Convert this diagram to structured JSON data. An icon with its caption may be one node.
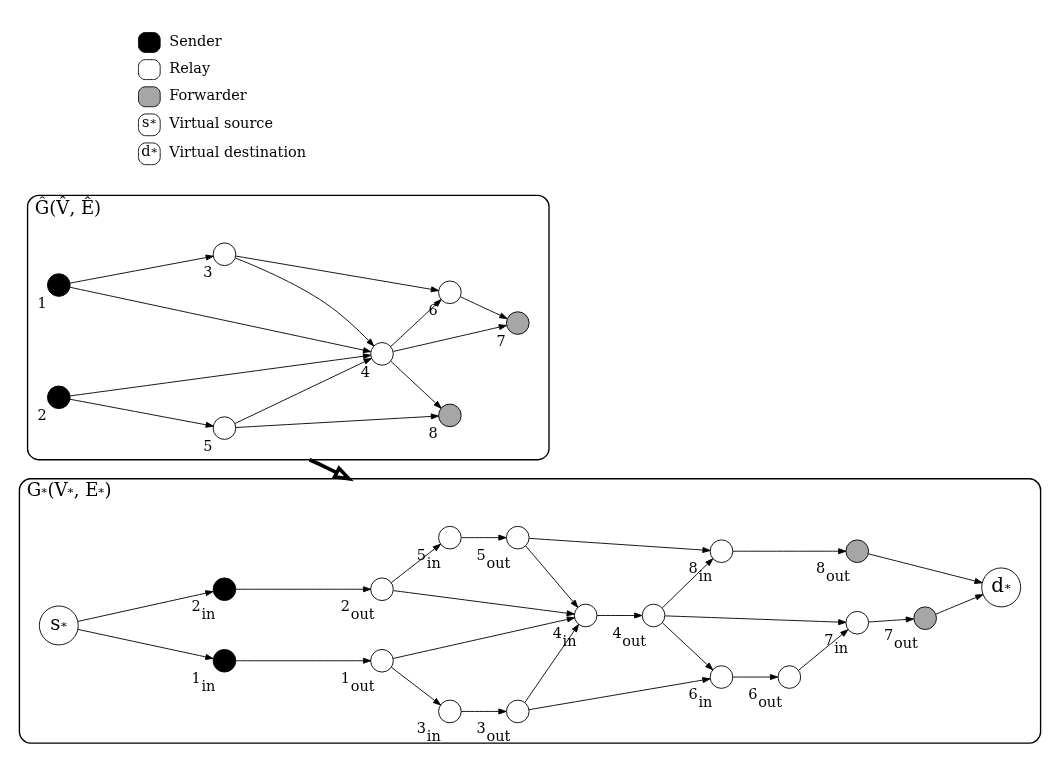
{
  "diagram": {
    "nodes": [
      {
        "text": [
          "Ĝ(V̂, Ê)"
        ]
      },
      {
        "text": [],
        "shape": "circle",
        "beside": [
          "1"
        ],
        "in": 0
      },
      {
        "text": [],
        "shape": "circle",
        "beside": [
          "2"
        ],
        "in": 0
      },
      {
        "text": [],
        "shape": "circle",
        "beside": [
          "3"
        ],
        "in": 0
      },
      {
        "text": [],
        "shape": "circle",
        "beside": [
          "4"
        ],
        "in": 0
      },
      {
        "text": [],
        "shape": "circle",
        "beside": [
          "5"
        ],
        "in": 0
      },
      {
        "text": [],
        "shape": "circle",
        "beside": [
          "6"
        ],
        "in": 0
      },
      {
        "text": [],
        "shape": "circle",
        "beside": [
          "7"
        ],
        "in": 0
      },
      {
        "text": [],
        "shape": "circle",
        "beside": [
          "8"
        ],
        "in": 0
      },
      {
        "text": [
          "G$^{*}$(V$^{*}$, E$^{*}$)"
        ]
      },
      {
        "text": [
          "s$^{*}$"
        ],
        "in": 9
      },
      {
        "text": [],
        "shape": "circle",
        "beside": [
          "1$_{in}$"
        ],
        "in": 9
      },
      {
        "text": [],
        "shape": "circle",
        "beside": [
          "2$_{in}$"
        ],
        "in": 9
      },
      {
        "text": [],
        "shape": "circle",
        "beside": [
          "1$_{out}$"
        ],
        "in": 9
      },
      {
        "text": [],
        "shape": "circle",
        "beside": [
          "2$_{out}$"
        ],
        "in": 9
      },
      {
        "text": [],
        "shape": "circle",
        "beside": [
          "3$_{in}$"
        ],
        "in": 9
      },
      {
        "text": [],
        "shape": "circle",
        "beside": [
          "3$_{out}$"
        ],
        "in": 9
      },
      {
        "text": [],
        "shape": "circle",
        "beside": [
          "4$_{in}$"
        ],
        "in": 9
      },
      {
        "text": [],
        "shape": "circle",
        "beside": [
          "4$_{out}$"
        ],
        "in": 9
      },
      {
        "text": [],
        "shape": "circle",
        "beside": [
          "5$_{in}$"
        ],
        "in": 9
      },
      {
        "text": [],
        "shape": "circle",
        "beside": [
          "5$_{out}$"
        ],
        "in": 9
      },
      {
        "text": [],
        "shape": "circle",
        "beside": [
          "6$_{in}$"
        ],
        "in": 9
      },
      {
        "text": [],
        "shape": "circle",
        "beside": [
          "6$_{out}$"
        ],
        "in": 9
      },
      {
        "text": [],
        "shape": "circle",
        "beside": [
          "7$_{in}$"
        ],
        "in": 9
      },
      {
        "text": [],
        "shape": "circle",
        "beside": [
          "8$_{in}$"
        ],
        "in": 9
      },
      {
        "text": [],
        "shape": "circle",
        "beside": [
          "7$_{out}$"
        ],
        "in": 9
      },
      {
        "text": [],
        "shape": "circle",
        "beside": [
          "8$_{out}$"
        ],
        "in": 9
      },
      {
        "text": [
          "d$^{*}$"
        ],
        "in": 9
      }
    ],
    "edges": [
      {
        "from": 1,
        "to": 3,
        "arrow": "to"
      },
      {
        "from": 1,
        "to": 4,
        "arrow": "to"
      },
      {
        "from": 2,
        "to": 4,
        "arrow": "to"
      },
      {
        "from": 2,
        "to": 5,
        "arrow": "to"
      },
      {
        "from": 3,
        "to": 6,
        "arrow": "to"
      },
      {
        "from": 3,
        "to": 4,
        "arrow": "to"
      },
      {
        "from": 4,
        "to": 6,
        "arrow": "to"
      },
      {
        "from": 4,
        "to": 7,
        "arrow": "to"
      },
      {
        "from": 4,
        "to": 8,
        "arrow": "to"
      },
      {
        "from": 5,
        "to": 4,
        "arrow": "to"
      },
      {
        "from": 5,
        "to": 8,
        "arrow": "to"
      },
      {
        "from": 6,
        "to": 7,
        "arrow": "to"
      },
      {
        "from": 0,
        "to": 9,
        "arrow": "to",
        "style": "thick"
      },
      {
        "from": 10,
        "to": 11,
        "arrow": "to"
      },
      {
        "from": 10,
        "to": 12,
        "arrow": "to"
      },
      {
        "from": 11,
        "to": 13,
        "arrow": "to"
      },
      {
        "from": 12,
        "to": 14,
        "arrow": "to"
      },
      {
        "from": 13,
        "to": 15,
        "arrow": "to"
      },
      {
        "from": 13,
        "to": 17,
        "arrow": "to"
      },
      {
        "from": 14,
        "to": 17,
        "arrow": "to"
      },
      {
        "from": 14,
        "to": 19,
        "arrow": "to"
      },
      {
        "from": 15,
        "to": 16,
        "arrow": "to"
      },
      {
        "from": 16,
        "to": 21,
        "arrow": "to"
      },
      {
        "from": 16,
        "to": 17,
        "arrow": "to"
      },
      {
        "from": 17,
        "to": 18,
        "arrow": "to"
      },
      {
        "from": 18,
        "to": 21,
        "arrow": "to"
      },
      {
        "from": 18,
        "to": 23,
        "arrow": "to"
      },
      {
        "from": 18,
        "to": 24,
        "arrow": "to"
      },
      {
        "from": 19,
        "to": 20,
        "arrow": "to"
      },
      {
        "from": 20,
        "to": 17,
        "arrow": "to"
      },
      {
        "from": 20,
        "to": 24,
        "arrow": "to"
      },
      {
        "from": 21,
        "to": 22,
        "arrow": "to"
      },
      {
        "from": 22,
        "to": 23,
        "arrow": "to"
      },
      {
        "from": 23,
        "to": 25,
        "arrow": "to"
      },
      {
        "from": 24,
        "to": 26,
        "arrow": "to"
      },
      {
        "from": 25,
        "to": 27,
        "arrow": "to"
      },
      {
        "from": 26,
        "to": 27,
        "arrow": "to"
      }
    ],
    "labels": [
      "s$^{*}$",
      "d$^{*}$"
    ],
    "legend": [
      {
        "text": "Sender",
        "color": "#000000"
      },
      {
        "text": "Relay",
        "color": "#ffffff"
      },
      {
        "text": "Forwarder",
        "color": "#a6a6a6"
      },
      {
        "text": "Virtual source"
      },
      {
        "text": "Virtual destination"
      }
    ]
  }
}
